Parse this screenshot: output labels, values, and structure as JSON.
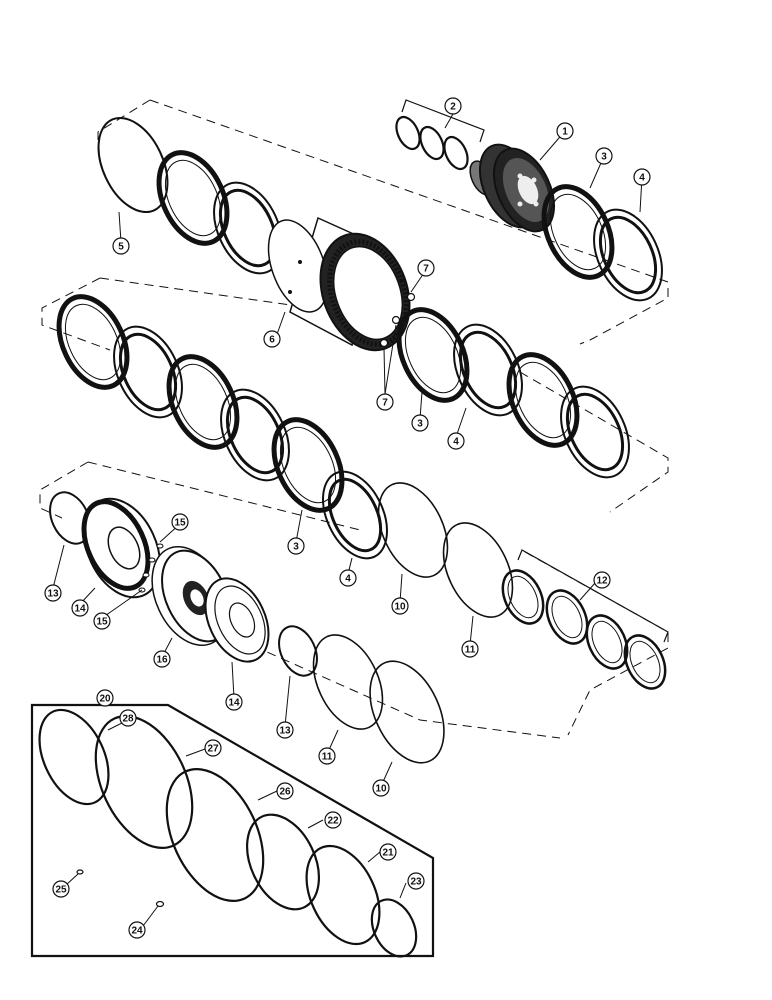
{
  "callouts": {
    "c1": "1",
    "c2": "2",
    "c3a": "3",
    "c4a": "4",
    "c5": "5",
    "c6": "6",
    "c7a": "7",
    "c7b": "7",
    "c3b": "3",
    "c4b": "4",
    "c3c": "3",
    "c4c": "4",
    "c10a": "10",
    "c11a": "11",
    "c12": "12",
    "c13a": "13",
    "c14a": "14",
    "c15a": "15",
    "c15b": "15",
    "c16": "16",
    "c14b": "14",
    "c13b": "13",
    "c11b": "11",
    "c10b": "10",
    "c20": "20",
    "c28": "28",
    "c27": "27",
    "c26": "26",
    "c22": "22",
    "c21": "21",
    "c23": "23",
    "c25": "25",
    "c24": "24"
  },
  "colors": {
    "ink": "#111111",
    "paper": "#ffffff"
  }
}
